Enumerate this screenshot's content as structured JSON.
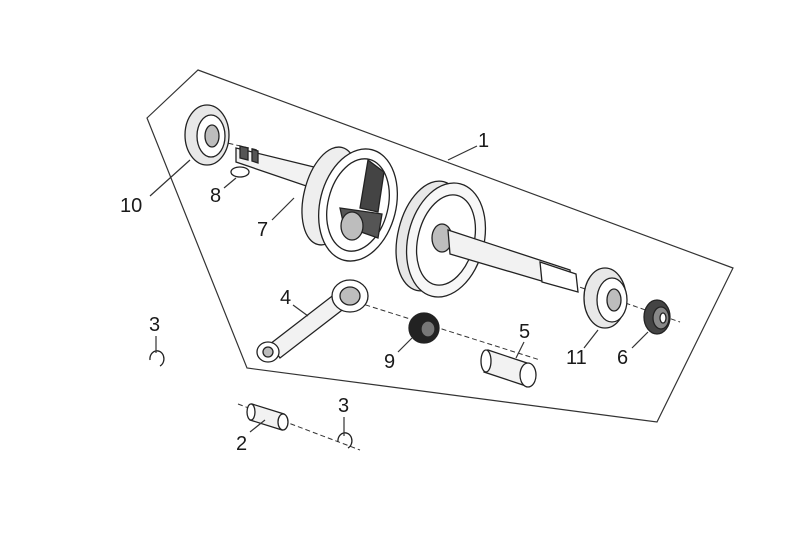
{
  "diagram": {
    "colors": {
      "ink": "#222222",
      "background": "#ffffff",
      "shade": "#bdbdbd"
    },
    "labels": {
      "label_1": "1",
      "label_2": "2",
      "label_3_left": "3",
      "label_3_bottom": "3",
      "label_4": "4",
      "label_5": "5",
      "label_6": "6",
      "label_7": "7",
      "label_8": "8",
      "label_9": "9",
      "label_10": "10",
      "label_11": "11"
    }
  }
}
